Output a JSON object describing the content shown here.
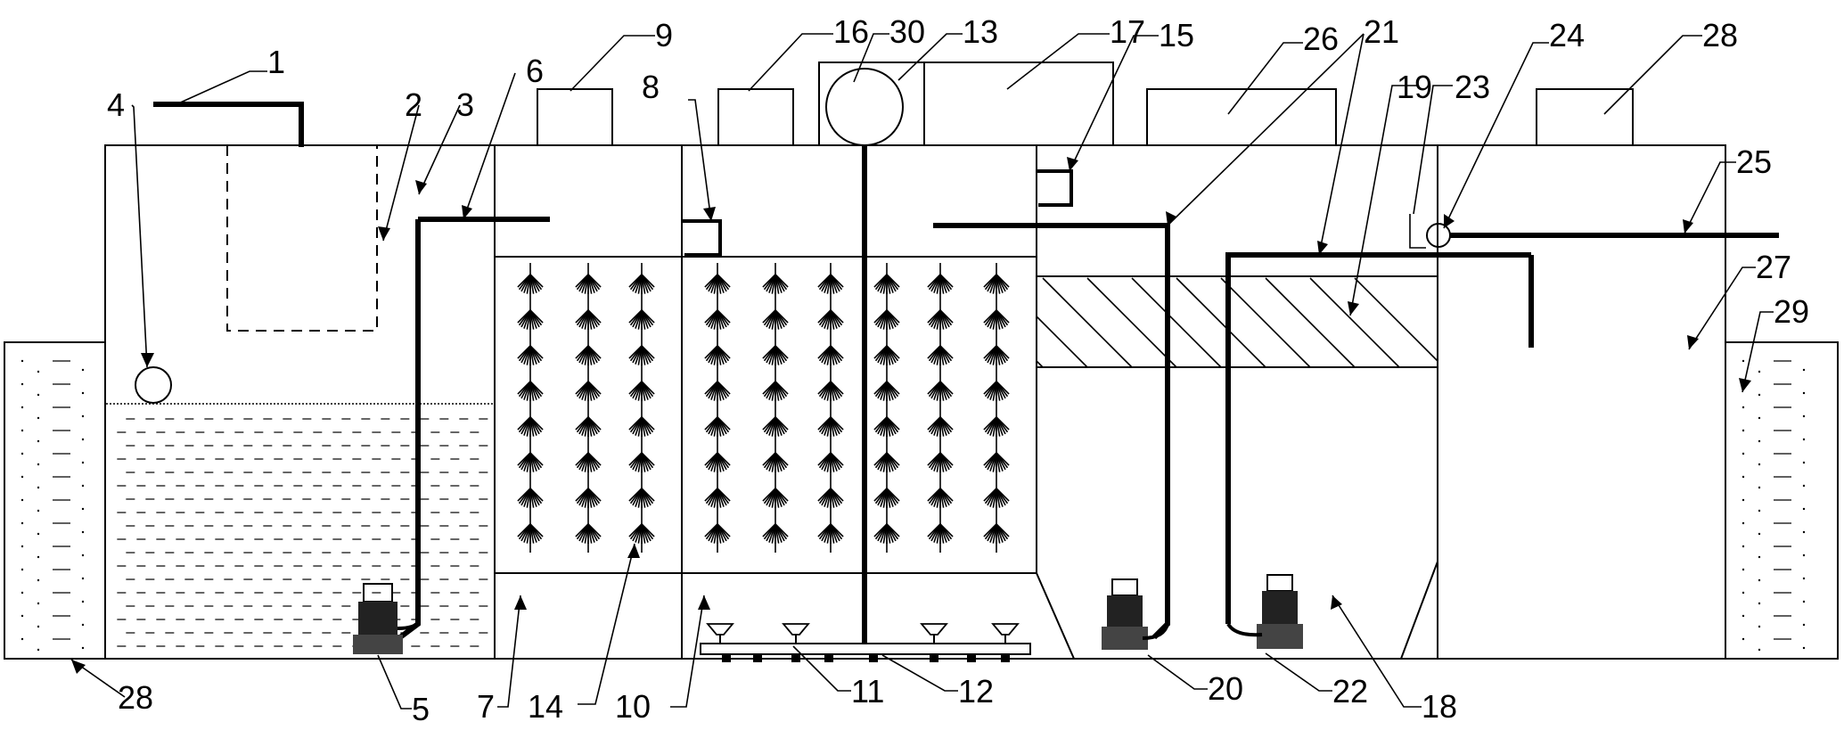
{
  "labels": [
    {
      "id": "1",
      "text": "1"
    },
    {
      "id": "2",
      "text": "2"
    },
    {
      "id": "3",
      "text": "3"
    },
    {
      "id": "4",
      "text": "4"
    },
    {
      "id": "5",
      "text": "5"
    },
    {
      "id": "6",
      "text": "6"
    },
    {
      "id": "7",
      "text": "7"
    },
    {
      "id": "8",
      "text": "8"
    },
    {
      "id": "9",
      "text": "9"
    },
    {
      "id": "10",
      "text": "10"
    },
    {
      "id": "11",
      "text": "11"
    },
    {
      "id": "12",
      "text": "12"
    },
    {
      "id": "13",
      "text": "13"
    },
    {
      "id": "14",
      "text": "14"
    },
    {
      "id": "15",
      "text": "15"
    },
    {
      "id": "16",
      "text": "16"
    },
    {
      "id": "17",
      "text": "17"
    },
    {
      "id": "18",
      "text": "18"
    },
    {
      "id": "19",
      "text": "19"
    },
    {
      "id": "20",
      "text": "20"
    },
    {
      "id": "21",
      "text": "21"
    },
    {
      "id": "22",
      "text": "22"
    },
    {
      "id": "23",
      "text": "23"
    },
    {
      "id": "24",
      "text": "24"
    },
    {
      "id": "25",
      "text": "25"
    },
    {
      "id": "26",
      "text": "26"
    },
    {
      "id": "27",
      "text": "27"
    },
    {
      "id": "28a",
      "text": "28"
    },
    {
      "id": "28b",
      "text": "28"
    },
    {
      "id": "29",
      "text": "29"
    },
    {
      "id": "30",
      "text": "30"
    }
  ]
}
